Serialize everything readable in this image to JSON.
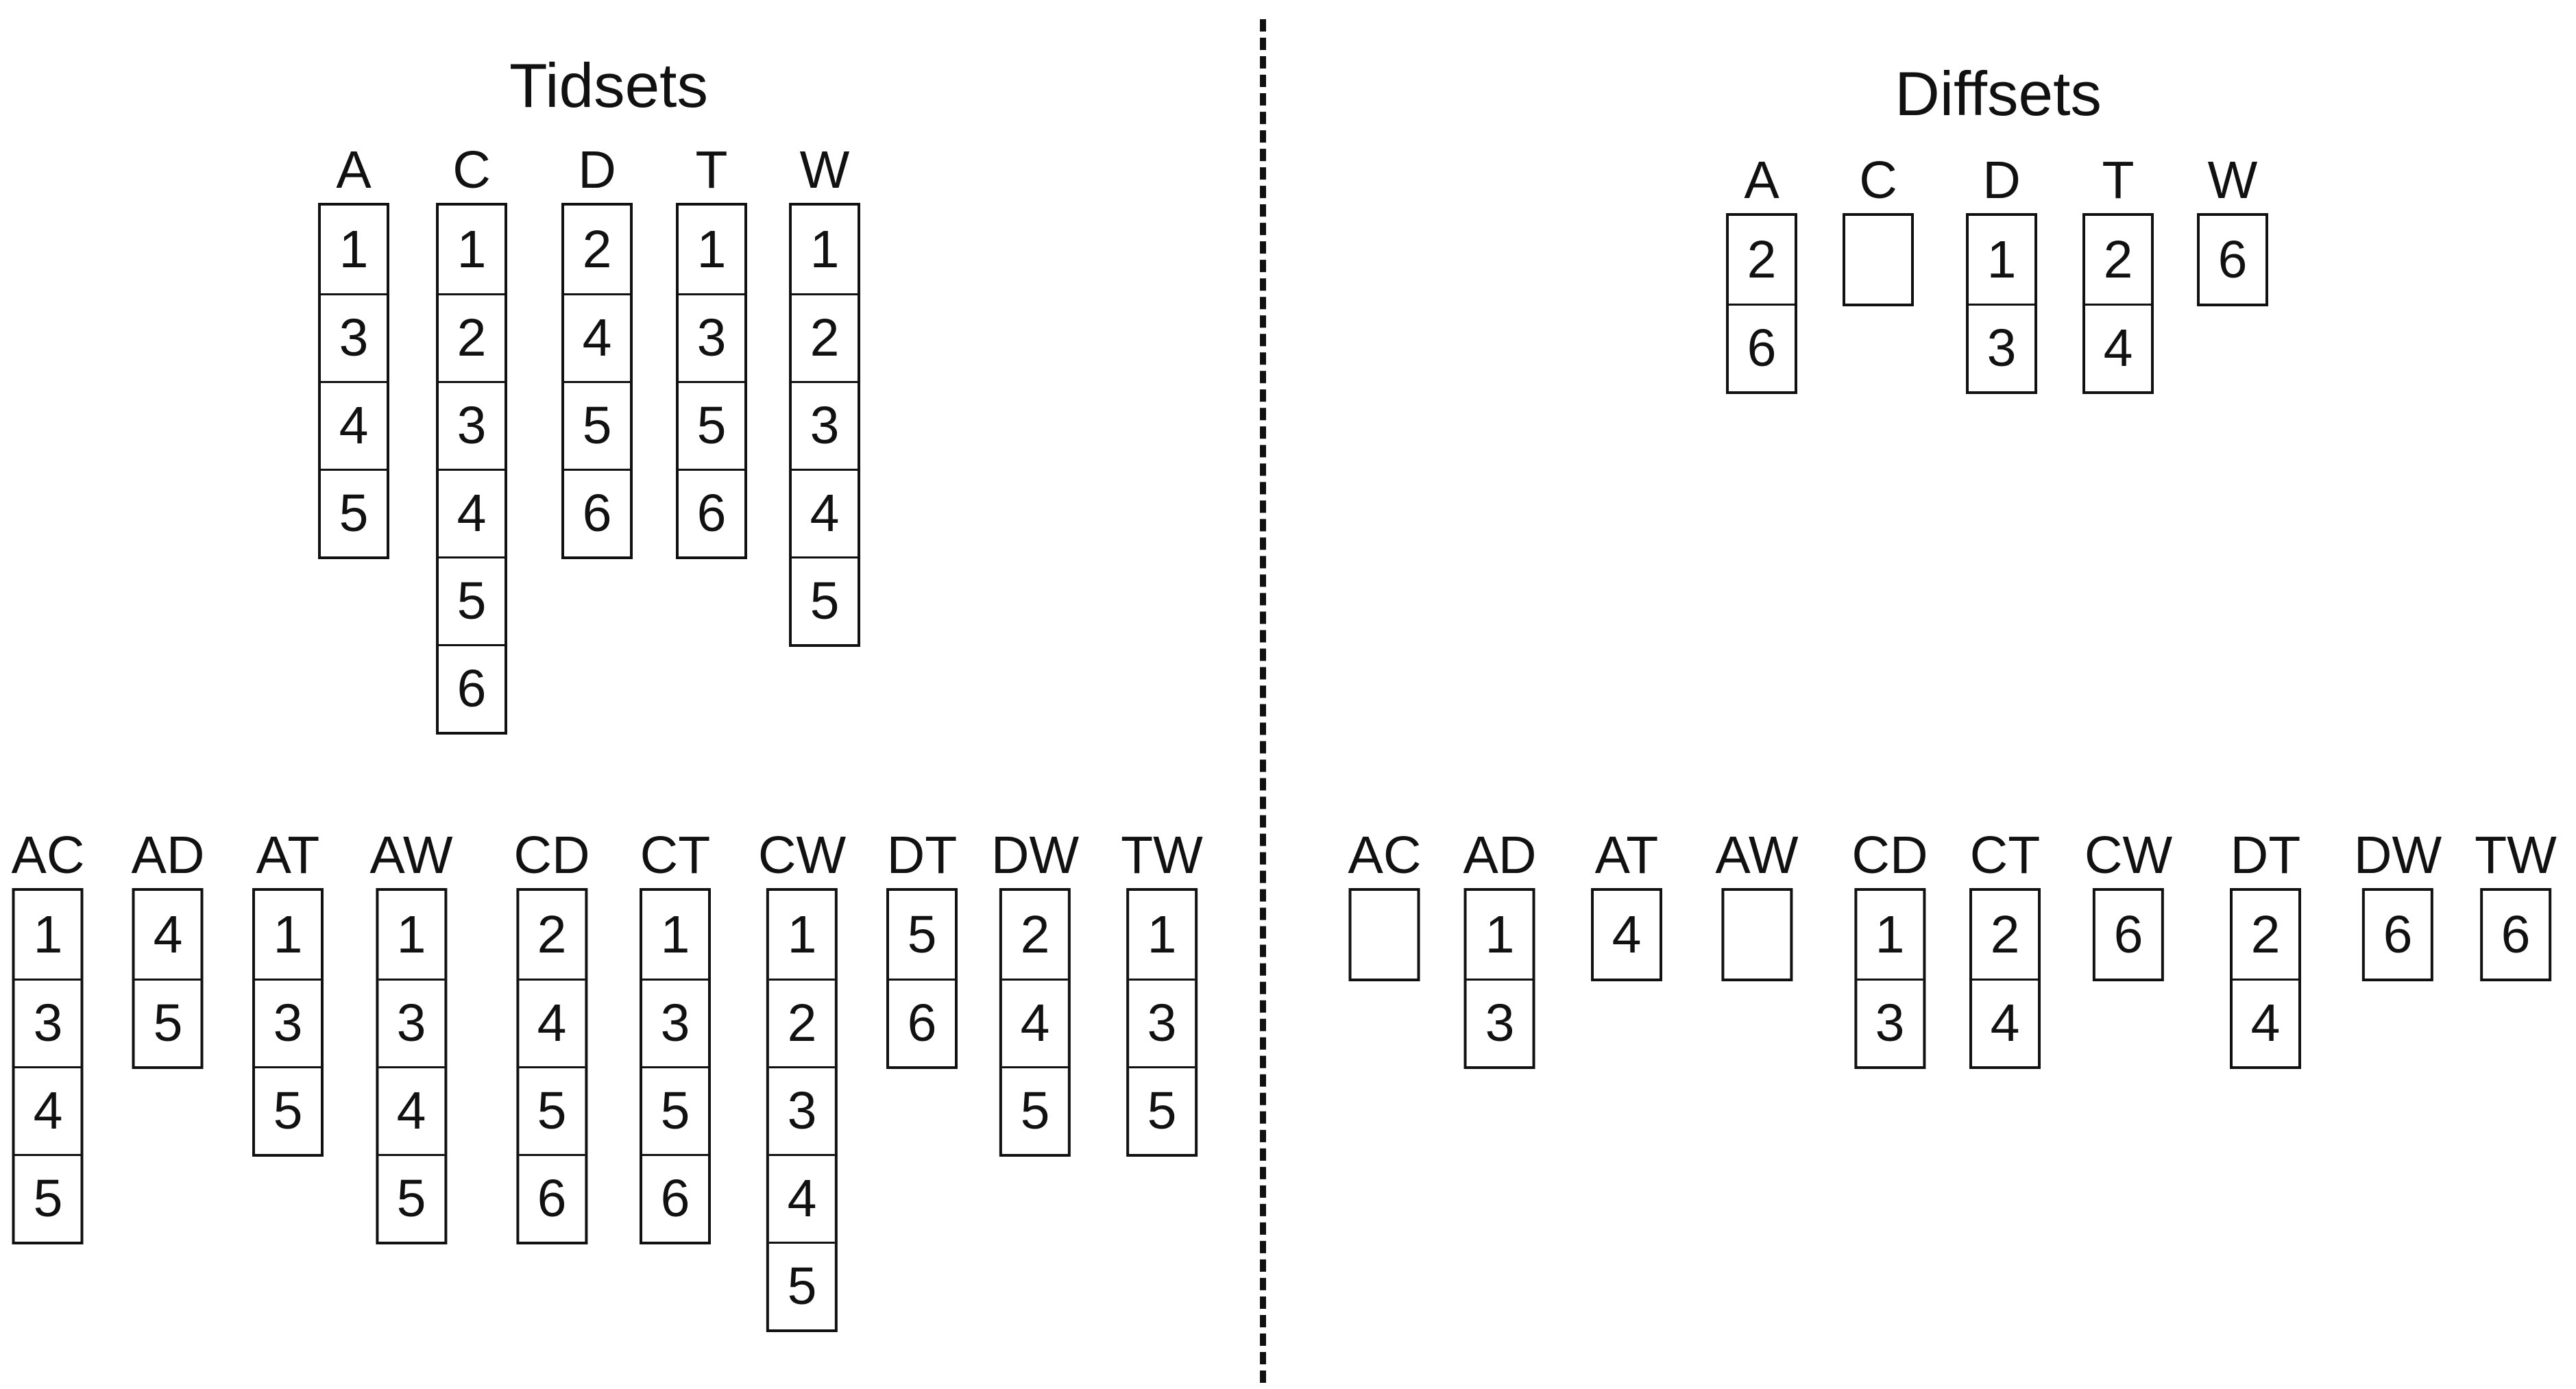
{
  "tidsets": {
    "title": "Tidsets",
    "singles": [
      {
        "label": "A",
        "items": [
          "1",
          "3",
          "4",
          "5"
        ]
      },
      {
        "label": "C",
        "items": [
          "1",
          "2",
          "3",
          "4",
          "5",
          "6"
        ]
      },
      {
        "label": "D",
        "items": [
          "2",
          "4",
          "5",
          "6"
        ]
      },
      {
        "label": "T",
        "items": [
          "1",
          "3",
          "5",
          "6"
        ]
      },
      {
        "label": "W",
        "items": [
          "1",
          "2",
          "3",
          "4",
          "5"
        ]
      }
    ],
    "pairs": [
      {
        "label": "AC",
        "items": [
          "1",
          "3",
          "4",
          "5"
        ]
      },
      {
        "label": "AD",
        "items": [
          "4",
          "5"
        ]
      },
      {
        "label": "AT",
        "items": [
          "1",
          "3",
          "5"
        ]
      },
      {
        "label": "AW",
        "items": [
          "1",
          "3",
          "4",
          "5"
        ]
      },
      {
        "label": "CD",
        "items": [
          "2",
          "4",
          "5",
          "6"
        ]
      },
      {
        "label": "CT",
        "items": [
          "1",
          "3",
          "5",
          "6"
        ]
      },
      {
        "label": "CW",
        "items": [
          "1",
          "2",
          "3",
          "4",
          "5"
        ]
      },
      {
        "label": "DT",
        "items": [
          "5",
          "6"
        ]
      },
      {
        "label": "DW",
        "items": [
          "2",
          "4",
          "5"
        ]
      },
      {
        "label": "TW",
        "items": [
          "1",
          "3",
          "5"
        ]
      }
    ]
  },
  "diffsets": {
    "title": "Diffsets",
    "singles": [
      {
        "label": "A",
        "items": [
          "2",
          "6"
        ]
      },
      {
        "label": "C",
        "items": []
      },
      {
        "label": "D",
        "items": [
          "1",
          "3"
        ]
      },
      {
        "label": "T",
        "items": [
          "2",
          "4"
        ]
      },
      {
        "label": "W",
        "items": [
          "6"
        ]
      }
    ],
    "pairs": [
      {
        "label": "AC",
        "items": []
      },
      {
        "label": "AD",
        "items": [
          "1",
          "3"
        ]
      },
      {
        "label": "AT",
        "items": [
          "4"
        ]
      },
      {
        "label": "AW",
        "items": []
      },
      {
        "label": "CD",
        "items": [
          "1",
          "3"
        ]
      },
      {
        "label": "CT",
        "items": [
          "2",
          "4"
        ]
      },
      {
        "label": "CW",
        "items": [
          "6"
        ]
      },
      {
        "label": "DT",
        "items": [
          "2",
          "4"
        ]
      },
      {
        "label": "DW",
        "items": [
          "6"
        ]
      },
      {
        "label": "TW",
        "items": [
          "6"
        ]
      }
    ]
  }
}
